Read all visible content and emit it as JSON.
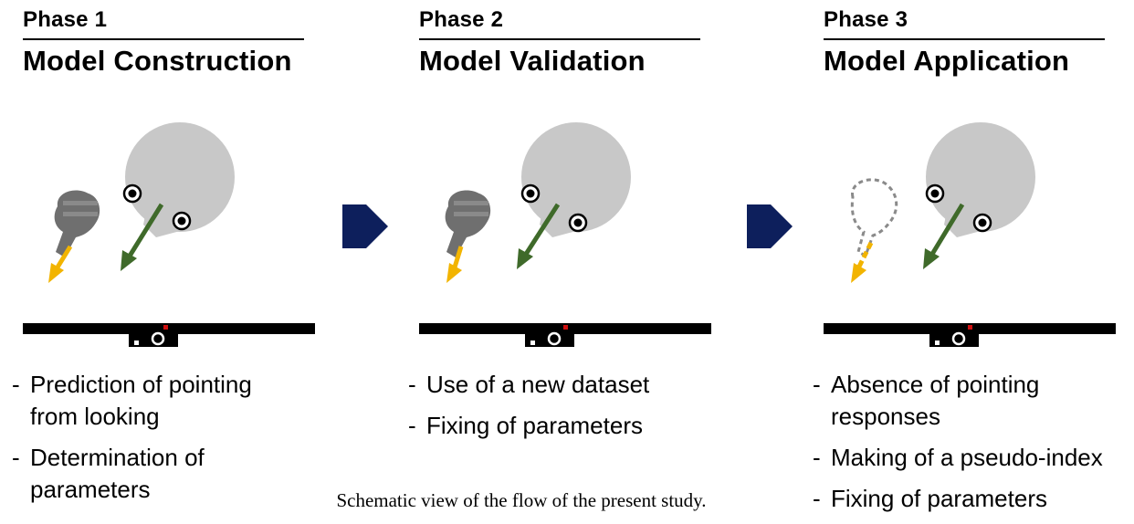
{
  "colors": {
    "head": "#c8c8c8",
    "hand": "#6f6f6f",
    "gaze_arrow": "#3f6a2a",
    "pointing_arrow": "#f2b400",
    "flow_arrow": "#0d1f5c",
    "screen": "#000000",
    "camera_mark": "#d01010",
    "dotted_hand": "#8a8a8a"
  },
  "phases": [
    {
      "label": "Phase 1",
      "title": "Model Construction",
      "bullets": [
        {
          "lines": [
            "Prediction of pointing",
            "from looking"
          ]
        },
        {
          "lines": [
            "Determination of",
            "parameters"
          ]
        }
      ],
      "hand_style": "solid"
    },
    {
      "label": "Phase 2",
      "title": "Model Validation",
      "bullets": [
        {
          "lines": [
            "Use of a new dataset"
          ]
        },
        {
          "lines": [
            "Fixing of parameters"
          ]
        }
      ],
      "hand_style": "solid"
    },
    {
      "label": "Phase 3",
      "title": "Model Application",
      "bullets": [
        {
          "lines": [
            "Absence of pointing",
            "responses"
          ]
        },
        {
          "lines": [
            "Making of a pseudo-index"
          ]
        },
        {
          "lines": [
            "Fixing of parameters"
          ]
        }
      ],
      "hand_style": "dotted"
    }
  ],
  "bullet_marker": "-",
  "icons": [
    "head-icon",
    "eye-icon",
    "hand-icon",
    "gaze-arrow-icon",
    "pointing-arrow-icon",
    "camera-icon",
    "chevron-right-icon"
  ],
  "caption": "Schematic view of the flow of the present study."
}
